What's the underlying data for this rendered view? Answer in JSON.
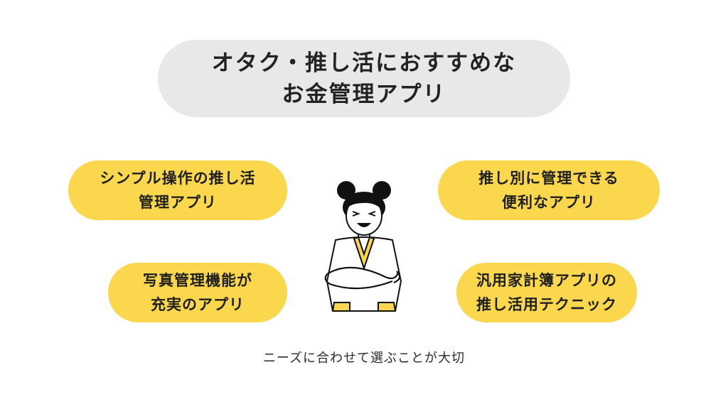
{
  "title": {
    "line1": "オタク・推し活におすすめな",
    "line2": "お金管理アプリ"
  },
  "bubbles": [
    {
      "line1": "シンプル操作の推し活",
      "line2": "管理アプリ"
    },
    {
      "line1": "推し別に管理できる",
      "line2": "便利なアプリ"
    },
    {
      "line1": "写真管理機能が",
      "line2": "充実のアプリ"
    },
    {
      "line1": "汎用家計簿アプリの",
      "line2": "推し活用テクニック"
    }
  ],
  "caption": "ニーズに合わせて選ぶことが大切",
  "colors": {
    "title_bg": "#e8e8e8",
    "bubble_bg": "#fbd74e",
    "text": "#1f1f1f"
  },
  "illustration": "person-arms-crossed-smiling"
}
